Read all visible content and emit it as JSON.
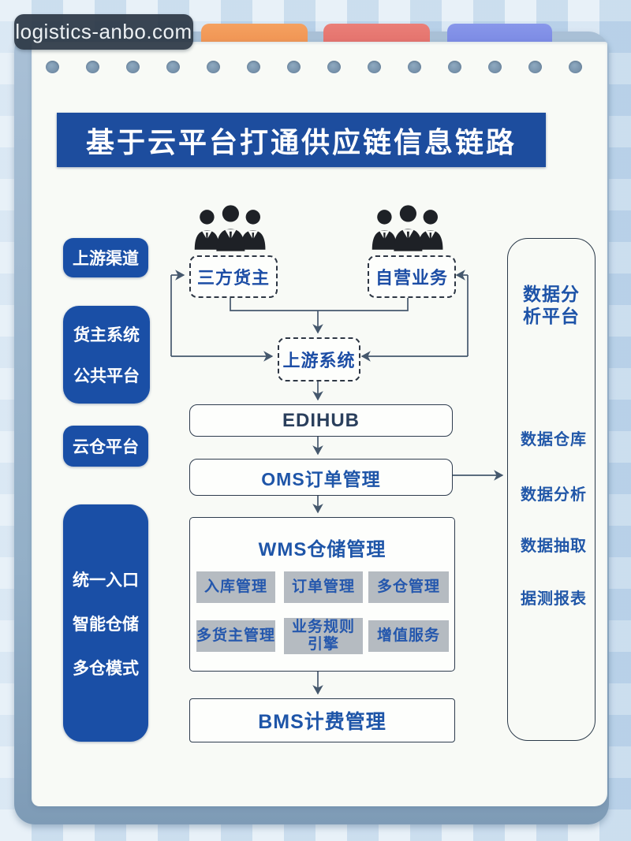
{
  "watermark": {
    "text": "logistics-anbo.com"
  },
  "title": "基于云平台打通供应链信息链路",
  "sidebar": {
    "items": [
      {
        "label": "上游渠道"
      },
      {
        "lines": [
          "货主系统",
          "公共平台"
        ]
      },
      {
        "label": "云仓平台"
      },
      {
        "lines": [
          "统一入口",
          "智能仓储",
          "多仓模式"
        ]
      }
    ]
  },
  "flow": {
    "third_party": "三方货主",
    "self_operated": "自营业务",
    "upstream_system": "上游系统",
    "edihub": "EDIHUB",
    "oms": "OMS订单管理",
    "wms": {
      "title": "WMS仓储管理",
      "modules": [
        "入库管理",
        "订单管理",
        "多仓管理",
        "多货主管理",
        "业务规则引擎",
        "增值服务"
      ]
    },
    "bms": "BMS计费管理"
  },
  "data_platform": {
    "title_lines": [
      "数据分",
      "析平台"
    ],
    "items": [
      "数据仓库",
      "数据分析",
      "数据抽取",
      "据测报表"
    ]
  },
  "colors": {
    "brand_blue": "#1a4fa6",
    "banner_blue": "#1d4d9e",
    "label_blue": "#1e55a8",
    "chip_gray": "#b5bbc1",
    "tab_orange": "#ee8f4e",
    "tab_red": "#e26d68",
    "tab_blue": "#7785e2",
    "connector": "#45586d",
    "paper": "#f8faf6"
  }
}
